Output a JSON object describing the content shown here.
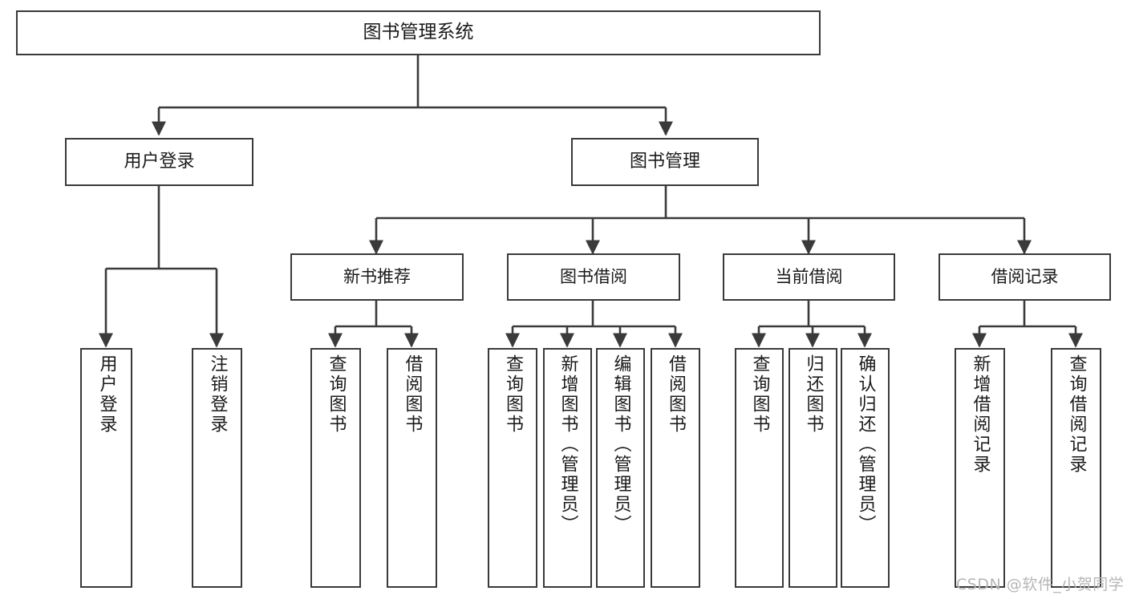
{
  "diagram": {
    "title": "图书管理系统",
    "type": "functional-structure-tree",
    "colors": {
      "background": "#ffffff",
      "node_border": "#3a3a3a",
      "node_fill": "#ffffff",
      "edge": "#3a3a3a",
      "text": "#1a1a1a",
      "watermark": "#b6b6b6"
    }
  },
  "root": {
    "label": "图书管理系统"
  },
  "tier2": [
    {
      "label": "用户登录"
    },
    {
      "label": "图书管理"
    }
  ],
  "tier3": [
    {
      "label": "新书推荐"
    },
    {
      "label": "图书借阅"
    },
    {
      "label": "当前借阅"
    },
    {
      "label": "借阅记录"
    }
  ],
  "leaves": {
    "user_login": [
      {
        "label": "用户登录"
      },
      {
        "label": "注销登录"
      }
    ],
    "new_book": [
      {
        "label": "查询图书"
      },
      {
        "label": "借阅图书"
      }
    ],
    "borrow": [
      {
        "label": "查询图书"
      },
      {
        "label": "新增图书（管理员）"
      },
      {
        "label": "编辑图书（管理员）"
      },
      {
        "label": "借阅图书"
      }
    ],
    "current": [
      {
        "label": "查询图书"
      },
      {
        "label": "归还图书"
      },
      {
        "label": "确认归还（管理员）"
      }
    ],
    "records": [
      {
        "label": "新增借阅记录"
      },
      {
        "label": "查询借阅记录"
      }
    ]
  },
  "watermark": {
    "text": "CSDN @软件_小贺同学"
  }
}
